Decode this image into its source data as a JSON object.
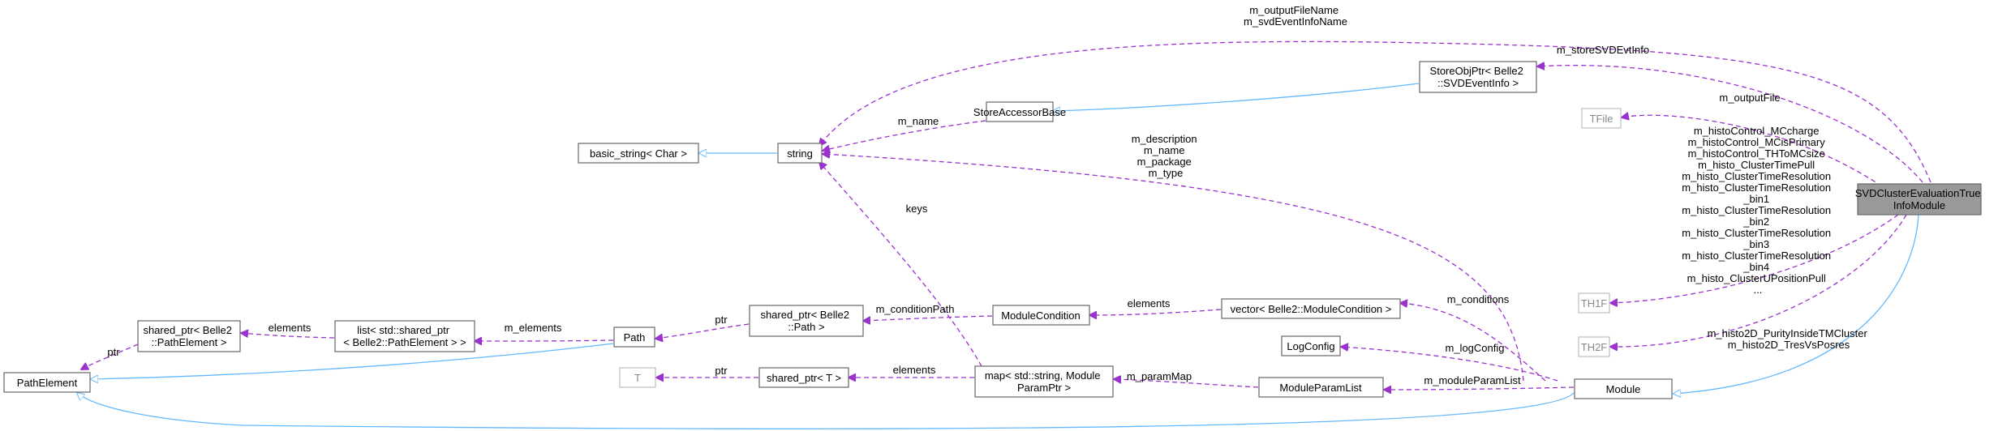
{
  "nodes": {
    "svd_module": [
      "SVDClusterEvaluationTrue",
      "InfoModule"
    ],
    "store_obj_ptr": [
      "StoreObjPtr< Belle2",
      "::SVDEventInfo >"
    ],
    "tfile": [
      "TFile"
    ],
    "store_accessor_base": [
      "StoreAccessorBase"
    ],
    "basic_string": [
      "basic_string< Char >"
    ],
    "string": [
      "string"
    ],
    "th1f": [
      "TH1F"
    ],
    "th2f": [
      "TH2F"
    ],
    "module": [
      "Module"
    ],
    "log_config": [
      "LogConfig"
    ],
    "module_param_list": [
      "ModuleParamList"
    ],
    "vector_module_condition": [
      "vector< Belle2::ModuleCondition >"
    ],
    "module_condition": [
      "ModuleCondition"
    ],
    "shared_ptr_path": [
      "shared_ptr< Belle2",
      "::Path >"
    ],
    "path": [
      "Path"
    ],
    "list_shared_ptr": [
      "list< std::shared_ptr",
      "< Belle2::PathElement > >"
    ],
    "shared_ptr_path_element": [
      "shared_ptr< Belle2",
      "::PathElement >"
    ],
    "path_element": [
      "PathElement"
    ],
    "t": [
      "T"
    ],
    "shared_ptr_t": [
      "shared_ptr< T >"
    ],
    "map_param": [
      "map< std::string, Module",
      "ParamPtr >"
    ]
  },
  "edge_labels": {
    "output_file_name": [
      "m_outputFileName",
      "m_svdEventInfoName"
    ],
    "store_svd_evt_info": [
      "m_storeSVDEvtInfo"
    ],
    "output_file": [
      "m_outputFile"
    ],
    "m_name": [
      "m_name"
    ],
    "module_strings": [
      "m_description",
      "m_name",
      "m_package",
      "m_type"
    ],
    "keys": [
      "keys"
    ],
    "histo_1d": [
      "m_histoControl_MCcharge",
      "m_histoControl_MCisPrimary",
      "m_histoControl_THToMCsize",
      "m_histo_ClusterTimePull",
      "m_histo_ClusterTimeResolution",
      "m_histo_ClusterTimeResolution",
      "_bin1",
      "m_histo_ClusterTimeResolution",
      "_bin2",
      "m_histo_ClusterTimeResolution",
      "_bin3",
      "m_histo_ClusterTimeResolution",
      "_bin4",
      "m_histo_ClusterUPositionPull",
      "..."
    ],
    "histo_2d": [
      "m_histo2D_PurityInsideTMCluster",
      "m_histo2D_TresVsPosres"
    ],
    "conditions": [
      "m_conditions"
    ],
    "elements_vec": [
      "elements"
    ],
    "condition_path": [
      "m_conditionPath"
    ],
    "ptr_path": [
      "ptr"
    ],
    "path_elements": [
      "m_elements"
    ],
    "elements_list": [
      "elements"
    ],
    "ptr_pe": [
      "ptr"
    ],
    "log_config": [
      "m_logConfig"
    ],
    "module_param_list": [
      "m_moduleParamList"
    ],
    "param_map": [
      "m_paramMap"
    ],
    "elements_map": [
      "elements"
    ],
    "ptr_t": [
      "ptr"
    ]
  }
}
